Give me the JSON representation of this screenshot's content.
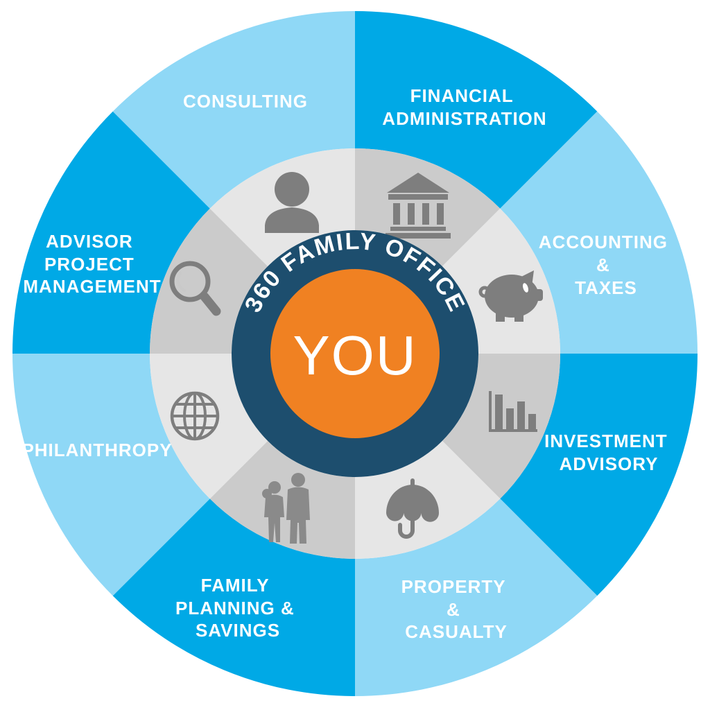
{
  "center": {
    "ring_label": "360 FAMILY OFFICE",
    "center_label": "YOU",
    "ring_color": "#1d4e6e",
    "center_color": "#f08122"
  },
  "colors": {
    "light_blue": "#8fd8f6",
    "bright_blue": "#00a9e6",
    "light_gray": "#e6e6e6",
    "dark_gray": "#cbcbcb",
    "icon_gray": "#7e7e7e",
    "label_text": "#ffffff"
  },
  "segments": [
    {
      "name": "consulting",
      "label_lines": [
        "CONSULTING"
      ],
      "icon": "person-icon",
      "outer_color": "#8fd8f6",
      "inner_color": "#e6e6e6"
    },
    {
      "name": "financial-administration",
      "label_lines": [
        "FINANCIAL",
        "ADMINISTRATION"
      ],
      "icon": "bank-icon",
      "outer_color": "#00a9e6",
      "inner_color": "#cbcbcb"
    },
    {
      "name": "accounting-taxes",
      "label_lines": [
        "ACCOUNTING",
        "&",
        "TAXES"
      ],
      "icon": "piggy-bank-icon",
      "outer_color": "#8fd8f6",
      "inner_color": "#e6e6e6"
    },
    {
      "name": "investment-advisory",
      "label_lines": [
        "INVESTMENT",
        "ADVISORY"
      ],
      "icon": "bar-chart-icon",
      "outer_color": "#00a9e6",
      "inner_color": "#cbcbcb"
    },
    {
      "name": "property-casualty",
      "label_lines": [
        "PROPERTY",
        "&",
        "CASUALTY"
      ],
      "icon": "umbrella-icon",
      "outer_color": "#8fd8f6",
      "inner_color": "#e6e6e6"
    },
    {
      "name": "family-planning-savings",
      "label_lines": [
        "FAMILY",
        "PLANNING &",
        "SAVINGS"
      ],
      "icon": "family-icon",
      "outer_color": "#00a9e6",
      "inner_color": "#cbcbcb"
    },
    {
      "name": "philanthropy",
      "label_lines": [
        "PHILANTHROPY"
      ],
      "icon": "globe-icon",
      "outer_color": "#8fd8f6",
      "inner_color": "#e6e6e6"
    },
    {
      "name": "advisor-project-management",
      "label_lines": [
        "ADVISOR",
        "PROJECT",
        "MANAGEMENT"
      ],
      "icon": "magnifier-icon",
      "outer_color": "#00a9e6",
      "inner_color": "#cbcbcb"
    }
  ]
}
